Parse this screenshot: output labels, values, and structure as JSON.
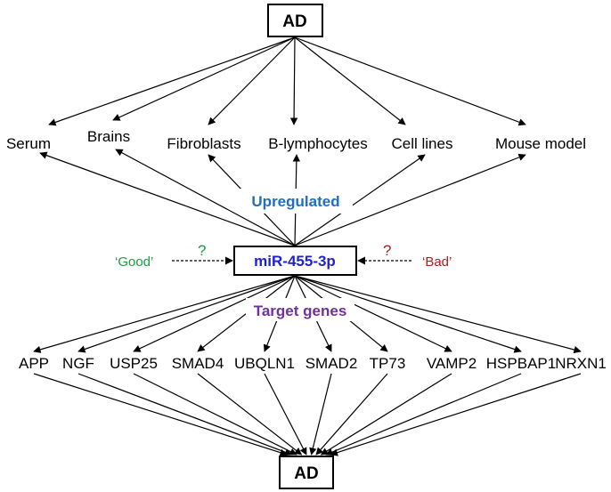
{
  "top_node": {
    "label": "AD"
  },
  "bottom_node": {
    "label": "AD"
  },
  "mirna": {
    "label": "miR-455-3p",
    "color": "#1f1fd6"
  },
  "upregulated": {
    "label": "Upregulated",
    "color": "#1f6fbf"
  },
  "target_genes_label": {
    "label": "Target genes",
    "color": "#7030a0"
  },
  "good": {
    "label": "‘Good’",
    "question": "?",
    "color": "#1a9e3f"
  },
  "bad": {
    "label": "‘Bad’",
    "question": "?",
    "color": "#b01c1c"
  },
  "sources": [
    "Serum",
    "Brains",
    "Fibroblasts",
    "B-lymphocytes",
    "Cell lines",
    "Mouse model"
  ],
  "genes": [
    "APP",
    "NGF",
    "USP25",
    "SMAD4",
    "UBQLN1",
    "SMAD2",
    "TP73",
    "VAMP2",
    "HSPBAP1",
    "NRXN1"
  ]
}
